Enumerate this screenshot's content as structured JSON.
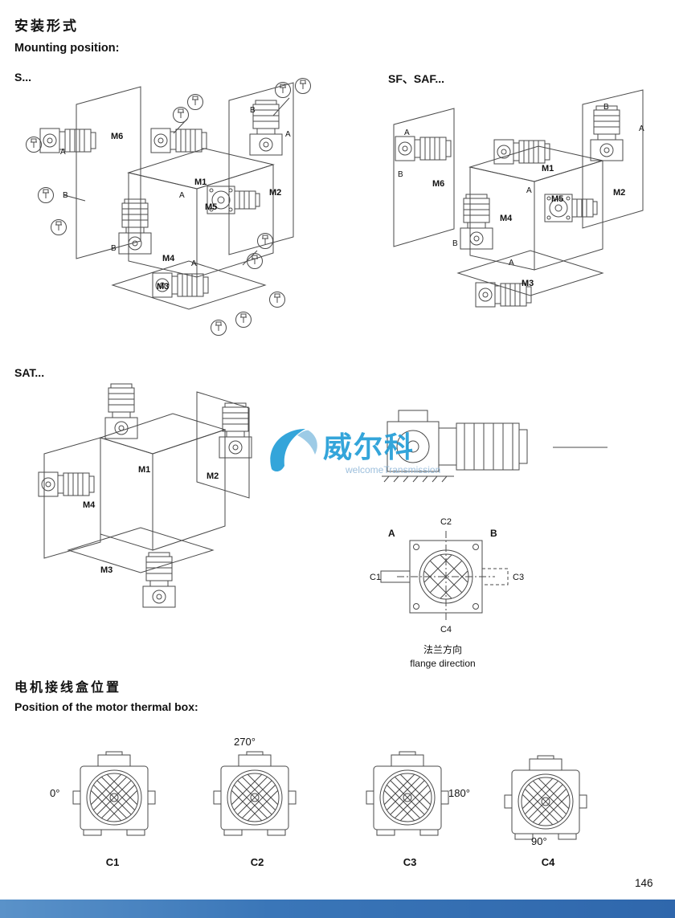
{
  "page": {
    "title_cn": "安装形式",
    "title_en": "Mounting position:",
    "number": "146"
  },
  "sections": {
    "s": "S...",
    "sf": "SF、SAF...",
    "sat": "SAT..."
  },
  "labels": {
    "m1": "M1",
    "m2": "M2",
    "m3": "M3",
    "m4": "M4",
    "m5": "M5",
    "m6": "M6",
    "a": "A",
    "b": "B"
  },
  "flange": {
    "c1": "C1",
    "c2": "C2",
    "c3": "C3",
    "c4": "C4",
    "a": "A",
    "b": "B",
    "caption_cn": "法兰方向",
    "caption_en": "flange direction"
  },
  "terminal_box": {
    "title_cn": "电机接线盒位置",
    "title_en": "Position of the motor thermal box:",
    "positions": [
      {
        "label": "C1",
        "angle": "0°"
      },
      {
        "label": "C2",
        "angle": "270°"
      },
      {
        "label": "C3",
        "angle": "180°"
      },
      {
        "label": "C4",
        "angle": "90°"
      }
    ]
  },
  "watermark": {
    "brand": "威尔科",
    "subtitle": "welcomeTransmission"
  },
  "icons": {
    "vent_plug": "circled breather-plug marker"
  },
  "colors": {
    "footer_bar": "#3a76b8",
    "line_art": "#4a4a4a",
    "watermark_blue": "#1f9cd6",
    "watermark_light": "#93b9d9"
  }
}
